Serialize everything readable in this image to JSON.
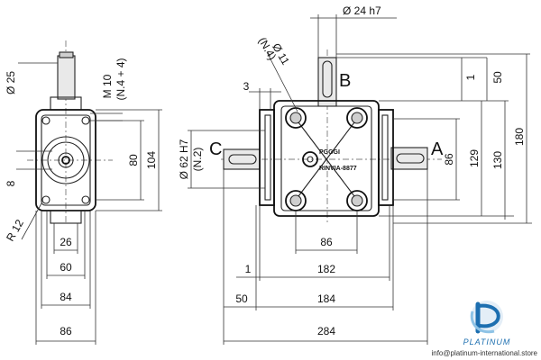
{
  "dimensions": {
    "shaft_dia_25": "Ø 25",
    "screw_m10": "M 10",
    "screw_count_n4_4": "(N.4 + 4)",
    "dim_80": "80",
    "dim_104": "104",
    "dim_8": "8",
    "radius_r12": "R 12",
    "dim_26": "26",
    "dim_60": "60",
    "dim_84": "84",
    "dim_86_left": "86",
    "shaft_dia_24h7": "Ø 24 h7",
    "hole_dia_11": "Ø 11",
    "hole_count_n4": "(N.4)",
    "dim_3": "3",
    "bore_dia_62h7": "Ø 62 H7",
    "bore_count_n2": "(N.2)",
    "dim_1_top": "1",
    "dim_50_top": "50",
    "dim_86_right": "86",
    "dim_129": "129",
    "dim_130": "130",
    "dim_180": "180",
    "dim_86_bottom": "86",
    "dim_1_bottom": "1",
    "dim_182": "182",
    "dim_50_bottom": "50",
    "dim_184": "184",
    "dim_284": "284"
  },
  "shaft_labels": {
    "a": "A",
    "b": "B",
    "c": "C"
  },
  "nameplate": {
    "brand": "PGGGI",
    "model": "RINVIA-8877"
  },
  "watermark": {
    "logo_text": "PLATINUM",
    "email": "info@platinum-international.store",
    "brand_color": "#1d6fb0"
  }
}
